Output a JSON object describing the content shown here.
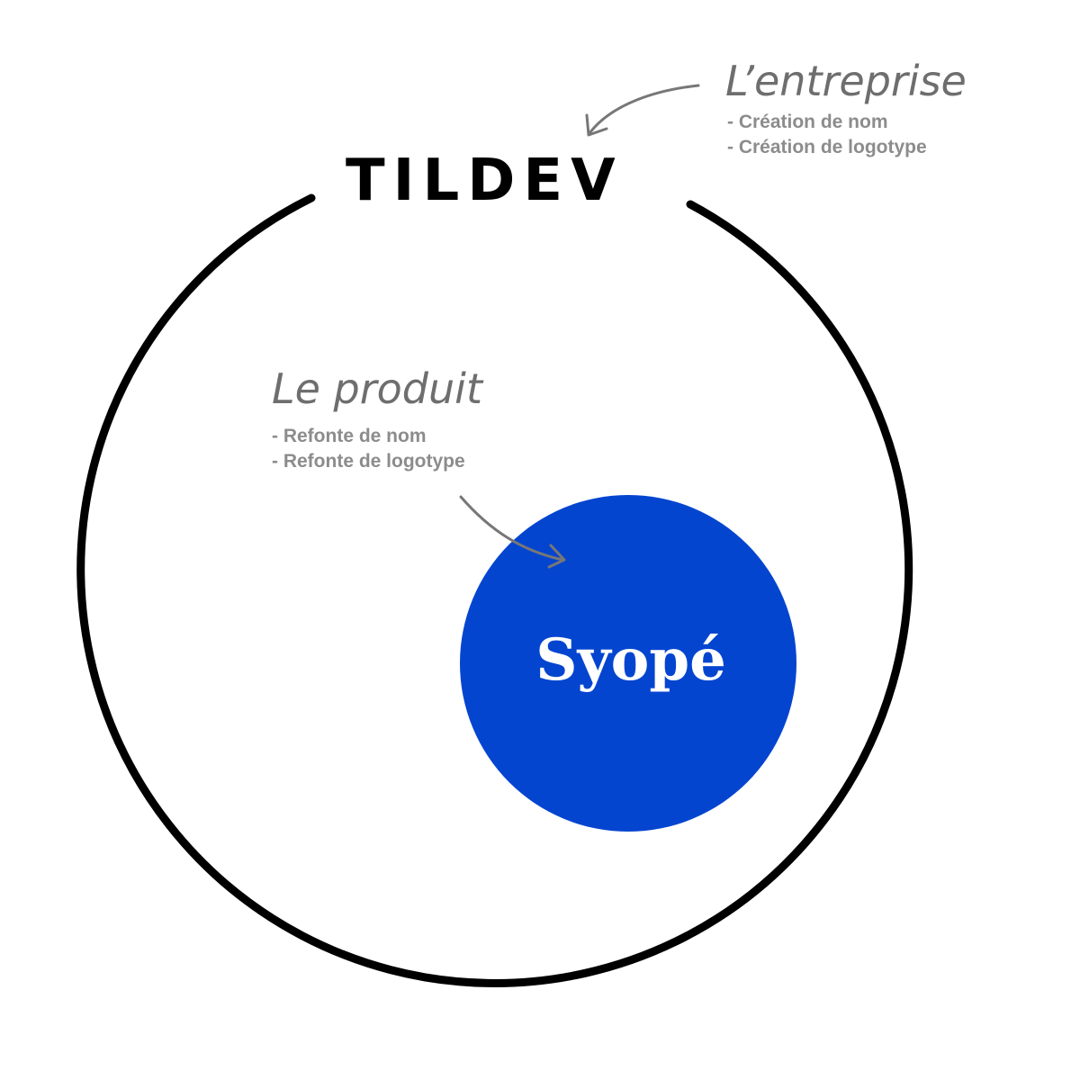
{
  "company": {
    "name": "TILDEV",
    "heading": "L’entreprise",
    "items": [
      "- Création de nom",
      "- Création de logotype"
    ]
  },
  "product": {
    "name": "Syopé",
    "heading": "Le produit",
    "items": [
      "- Refonte de nom",
      "- Refonte de logotype"
    ]
  },
  "colors": {
    "product_circle": "#0445d0",
    "outer_ring": "#000000",
    "annotation": "#6e6e6e"
  }
}
